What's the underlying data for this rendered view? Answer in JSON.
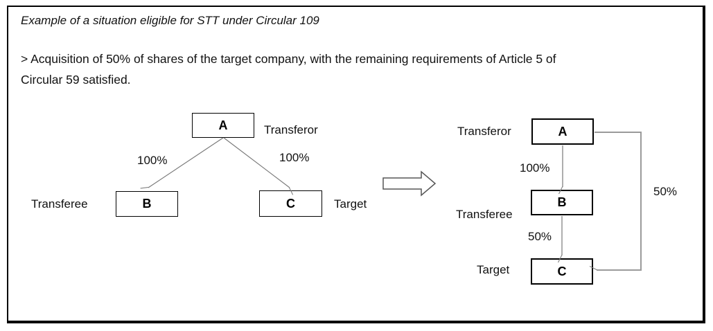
{
  "title": "Example of a situation eligible for STT under Circular 109",
  "description": {
    "line1": "> Acquisition of 50% of shares of the target company, with the remaining requirements of Article 5 of",
    "line2": "Circular 59 satisfied."
  },
  "before": {
    "node_a": "A",
    "node_b": "B",
    "node_c": "C",
    "role_a": "Transferor",
    "role_b": "Transferee",
    "role_c": "Target",
    "pct_a_to_b": "100%",
    "pct_a_to_c": "100%"
  },
  "after": {
    "node_a": "A",
    "node_b": "B",
    "node_c": "C",
    "role_a": "Transferor",
    "role_b": "Transferee",
    "role_c": "Target",
    "pct_a_to_b": "100%",
    "pct_b_to_c": "50%",
    "pct_a_to_c": "50%"
  },
  "colors": {
    "frame_border": "#000000",
    "connector_gray": "#808080",
    "background": "#ffffff"
  }
}
